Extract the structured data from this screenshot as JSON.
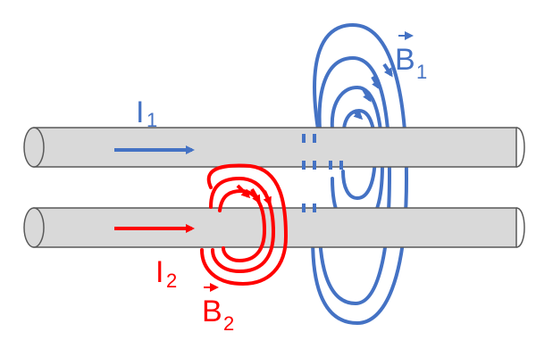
{
  "colors": {
    "wire_fill": "#d9d9d9",
    "wire_outline": "#595959",
    "wire1_current": "#4472c4",
    "wire2_current": "#ff0000",
    "field1": "#4472c4",
    "field2": "#ff0000"
  },
  "labels": {
    "current1": {
      "main": "I",
      "sub": "1"
    },
    "current2": {
      "main": "I",
      "sub": "2"
    },
    "field1": {
      "main": "B",
      "sub": "1",
      "vector_arrow": true
    },
    "field2": {
      "main": "B",
      "sub": "2",
      "vector_arrow": true
    }
  },
  "wires": [
    {
      "id": "wire-1",
      "current_label": "I1",
      "field_label": "B1",
      "field_loops": 4
    },
    {
      "id": "wire-2",
      "current_label": "I2",
      "field_label": "B2",
      "field_loops": 3
    }
  ]
}
